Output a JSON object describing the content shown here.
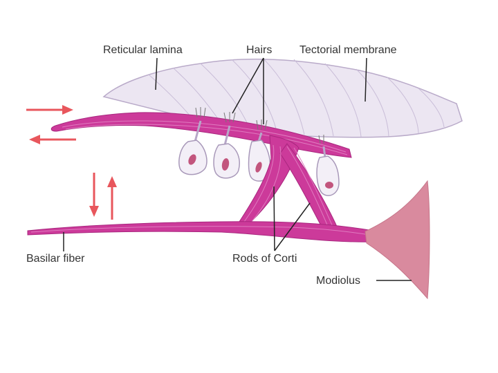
{
  "labels": {
    "reticular_lamina": "Reticular lamina",
    "hairs": "Hairs",
    "tectorial_membrane": "Tectorial membrane",
    "basilar_fiber": "Basilar fiber",
    "rods_of_corti": "Rods of Corti",
    "modiolus": "Modiolus"
  },
  "colors": {
    "fiber": "#cc3a9a",
    "fiber_light": "#e07cc0",
    "membrane_fill": "#ece6f2",
    "membrane_stroke": "#b9aac9",
    "cell_fill": "#f3eff7",
    "cell_stroke": "#a898b9",
    "nucleus": "#c2557d",
    "modiolus": "#d98a9e",
    "arrow": "#e8565c",
    "leader": "#222222"
  }
}
